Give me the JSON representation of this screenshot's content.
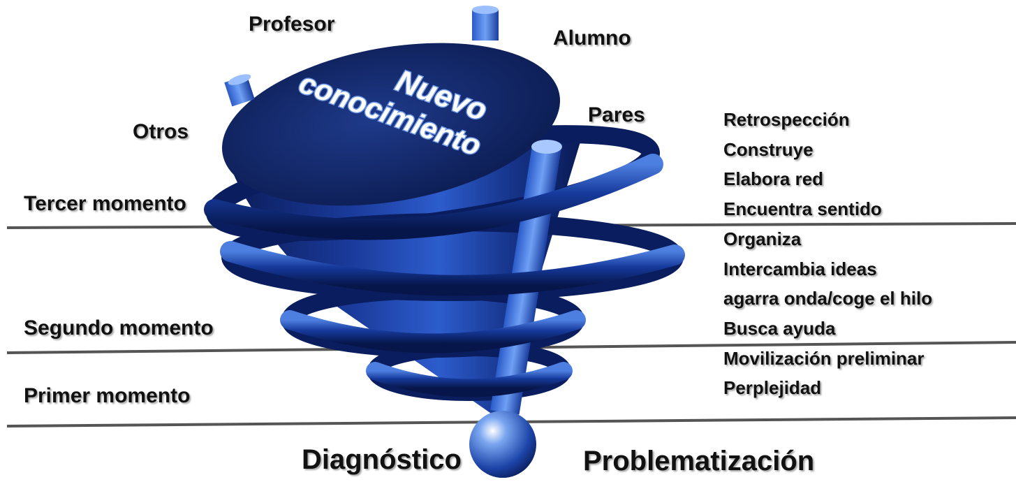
{
  "diagram": {
    "center_text": [
      "Nuevo",
      "conocimiento"
    ],
    "actors": {
      "profesor": "Profesor",
      "alumno": "Alumno",
      "otros": "Otros",
      "pares": "Pares"
    },
    "moments": {
      "tercer": "Tercer momento",
      "segundo": "Segundo momento",
      "primer": "Primer momento"
    },
    "base": {
      "left": "Diagnóstico",
      "right": "Problematización"
    },
    "steps": [
      "Retrospección",
      "Construye",
      "Elabora red",
      "Encuentra sentido",
      "Organiza",
      "Intercambia ideas",
      "agarra onda/coge el hilo",
      "Busca ayuda",
      "Movilización preliminar",
      "Perplejidad"
    ],
    "colors": {
      "cone_dark": "#0a1a4a",
      "cone_mid": "#1c3f9c",
      "cone_light": "#4a80e8",
      "text_outline": "#2a5ab8",
      "line": "#555555"
    }
  }
}
